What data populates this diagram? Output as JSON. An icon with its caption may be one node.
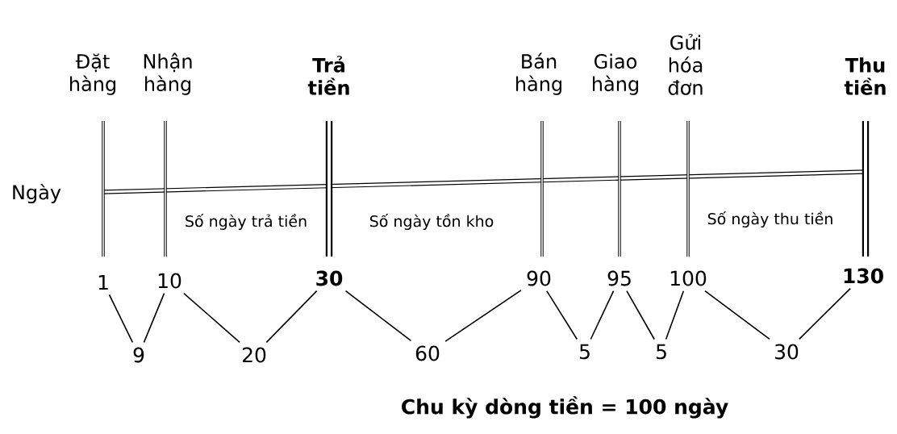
{
  "diagram": {
    "nodes": [
      {
        "text": [
          "1"
        ]
      },
      {
        "text": [
          "10"
        ]
      },
      {
        "text": [
          "30"
        ]
      },
      {
        "text": [
          "90"
        ]
      },
      {
        "text": [
          "95"
        ]
      },
      {
        "text": [
          "100"
        ]
      },
      {
        "text": [
          "130"
        ]
      },
      {
        "text": [
          "9"
        ]
      },
      {
        "text": [
          "20"
        ]
      },
      {
        "text": [
          "60"
        ]
      },
      {
        "text": [
          "5"
        ]
      },
      {
        "text": [
          "5"
        ]
      },
      {
        "text": [
          "30"
        ]
      }
    ],
    "edges": [
      {
        "from": 0,
        "to": 7,
        "arrow": "none"
      },
      {
        "from": 1,
        "to": 7,
        "arrow": "none"
      },
      {
        "from": 1,
        "to": 8,
        "arrow": "none"
      },
      {
        "from": 2,
        "to": 8,
        "arrow": "none"
      },
      {
        "from": 2,
        "to": 9,
        "arrow": "none"
      },
      {
        "from": 3,
        "to": 9,
        "arrow": "none"
      },
      {
        "from": 3,
        "to": 10,
        "arrow": "none"
      },
      {
        "from": 4,
        "to": 10,
        "arrow": "none"
      },
      {
        "from": 4,
        "to": 11,
        "arrow": "none"
      },
      {
        "from": 5,
        "to": 11,
        "arrow": "none"
      },
      {
        "from": 5,
        "to": 12,
        "arrow": "none"
      },
      {
        "from": 6,
        "to": 12,
        "arrow": "none"
      }
    ],
    "labels": [
      "Đặt hàng",
      "Nhận hàng",
      "Trả tiền",
      "Bán hàng",
      "Giao hàng",
      "Gửi hóa đơn",
      "Thu tiền",
      "Ngày",
      "Số ngày trả tiền",
      "Số ngày tồn kho",
      "Số ngày thu tiền",
      "Chu kỳ dòng tiền = 100 ngày"
    ]
  }
}
